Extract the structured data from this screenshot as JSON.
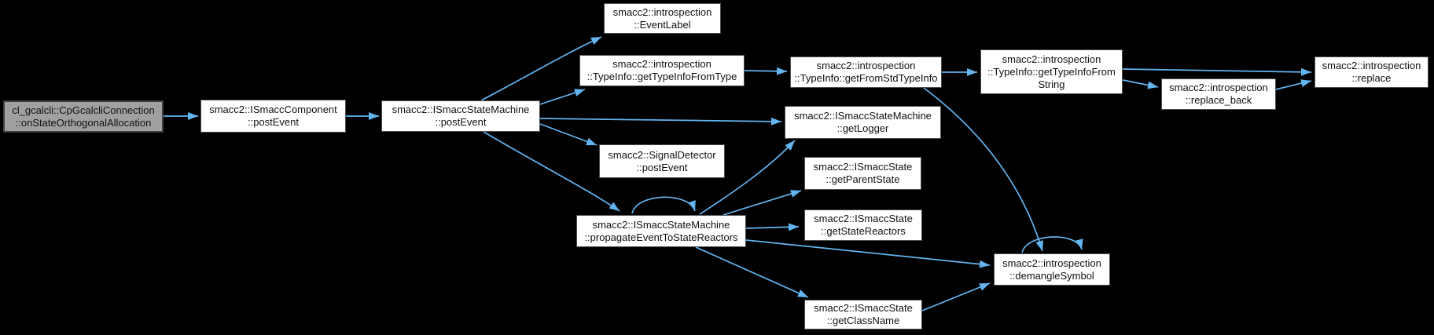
{
  "graph": {
    "type": "call-graph",
    "colors": {
      "background": "#000000",
      "edge": "#63b4f0",
      "node_fill": "#ffffff",
      "node_border": "#4f4f4f",
      "node_text": "#111111",
      "highlight_fill": "#a0a0a0"
    },
    "nodes": [
      {
        "id": "onStateOrthogonalAllocation",
        "label": "cl_gcalcli::CpGcalcliConnection\n::onStateOrthogonalAllocation",
        "highlighted": true
      },
      {
        "id": "ISmaccComponent_postEvent",
        "label": "smacc2::ISmaccComponent\n::postEvent",
        "highlighted": false
      },
      {
        "id": "ISmaccStateMachine_postEvent",
        "label": "smacc2::ISmaccStateMachine\n::postEvent",
        "highlighted": false
      },
      {
        "id": "EventLabel",
        "label": "smacc2::introspection\n::EventLabel",
        "highlighted": false
      },
      {
        "id": "getTypeInfoFromType",
        "label": "smacc2::introspection\n::TypeInfo::getTypeInfoFromType",
        "highlighted": false
      },
      {
        "id": "getFromStdTypeInfo",
        "label": "smacc2::introspection\n::TypeInfo::getFromStdTypeInfo",
        "highlighted": false
      },
      {
        "id": "getTypeInfoFromString",
        "label": "smacc2::introspection\n::TypeInfo::getTypeInfoFrom\nString",
        "highlighted": false
      },
      {
        "id": "replace",
        "label": "smacc2::introspection\n::replace",
        "highlighted": false
      },
      {
        "id": "replace_back",
        "label": "smacc2::introspection\n::replace_back",
        "highlighted": false
      },
      {
        "id": "getLogger",
        "label": "smacc2::ISmaccStateMachine\n::getLogger",
        "highlighted": false
      },
      {
        "id": "SignalDetector_postEvent",
        "label": "smacc2::SignalDetector\n::postEvent",
        "highlighted": false
      },
      {
        "id": "getParentState",
        "label": "smacc2::ISmaccState\n::getParentState",
        "highlighted": false
      },
      {
        "id": "getStateReactors",
        "label": "smacc2::ISmaccState\n::getStateReactors",
        "highlighted": false
      },
      {
        "id": "propagateEventToStateReactors",
        "label": "smacc2::ISmaccStateMachine\n::propagateEventToStateReactors",
        "highlighted": false
      },
      {
        "id": "demangleSymbol",
        "label": "smacc2::introspection\n::demangleSymbol",
        "highlighted": false
      },
      {
        "id": "getClassName",
        "label": "smacc2::ISmaccState\n::getClassName",
        "highlighted": false
      }
    ],
    "edges": [
      {
        "from": "onStateOrthogonalAllocation",
        "to": "ISmaccComponent_postEvent"
      },
      {
        "from": "ISmaccComponent_postEvent",
        "to": "ISmaccStateMachine_postEvent"
      },
      {
        "from": "ISmaccStateMachine_postEvent",
        "to": "EventLabel"
      },
      {
        "from": "ISmaccStateMachine_postEvent",
        "to": "getTypeInfoFromType"
      },
      {
        "from": "ISmaccStateMachine_postEvent",
        "to": "getLogger"
      },
      {
        "from": "ISmaccStateMachine_postEvent",
        "to": "SignalDetector_postEvent"
      },
      {
        "from": "ISmaccStateMachine_postEvent",
        "to": "propagateEventToStateReactors"
      },
      {
        "from": "getTypeInfoFromType",
        "to": "getFromStdTypeInfo"
      },
      {
        "from": "getFromStdTypeInfo",
        "to": "getTypeInfoFromString"
      },
      {
        "from": "getFromStdTypeInfo",
        "to": "demangleSymbol"
      },
      {
        "from": "getTypeInfoFromString",
        "to": "replace"
      },
      {
        "from": "getTypeInfoFromString",
        "to": "replace_back"
      },
      {
        "from": "replace_back",
        "to": "replace"
      },
      {
        "from": "propagateEventToStateReactors",
        "to": "propagateEventToStateReactors"
      },
      {
        "from": "propagateEventToStateReactors",
        "to": "getLogger"
      },
      {
        "from": "propagateEventToStateReactors",
        "to": "getParentState"
      },
      {
        "from": "propagateEventToStateReactors",
        "to": "getStateReactors"
      },
      {
        "from": "propagateEventToStateReactors",
        "to": "demangleSymbol"
      },
      {
        "from": "propagateEventToStateReactors",
        "to": "getClassName"
      },
      {
        "from": "getClassName",
        "to": "demangleSymbol"
      },
      {
        "from": "demangleSymbol",
        "to": "demangleSymbol"
      }
    ]
  }
}
